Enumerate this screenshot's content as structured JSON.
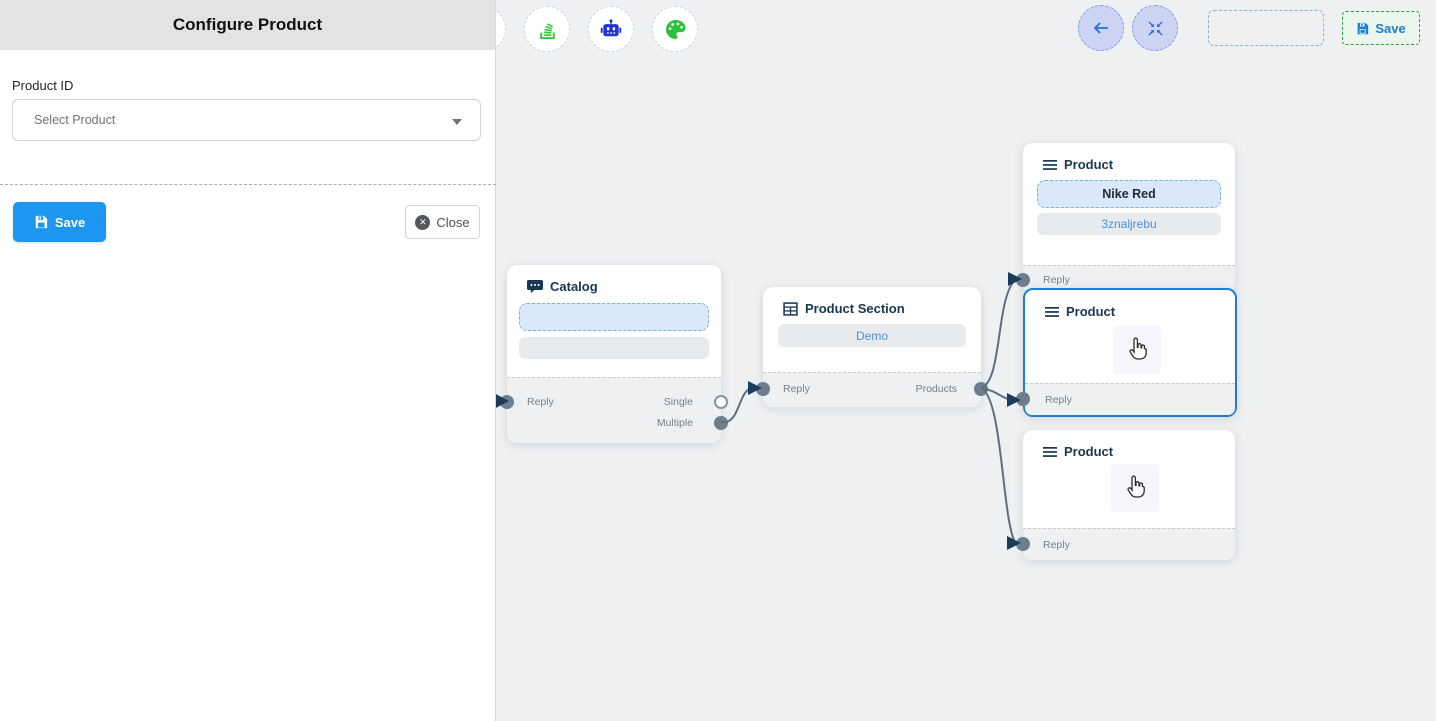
{
  "panel": {
    "title": "Configure Product",
    "field_label": "Product ID",
    "select_value": "Select Product",
    "save_label": "Save",
    "close_label": "Close"
  },
  "toolbar": {
    "icons": [
      "stack-icon",
      "robot-icon",
      "palette-icon"
    ]
  },
  "topbar": {
    "icons": [
      "arrow-left-icon",
      "compress-icon"
    ],
    "save_label": "Save"
  },
  "canvas": {
    "catalog": {
      "title": "Catalog",
      "reply_label": "Reply",
      "single_label": "Single",
      "multiple_label": "Multiple"
    },
    "product_section": {
      "title": "Product Section",
      "item_label": "Demo",
      "reply_label": "Reply",
      "products_label": "Products"
    },
    "product_top": {
      "title": "Product",
      "product_name": "Nike Red",
      "product_id": "3znaljrebu",
      "reply_label": "Reply"
    },
    "product_middle": {
      "title": "Product",
      "reply_label": "Reply"
    },
    "product_bottom": {
      "title": "Product",
      "reply_label": "Reply"
    }
  },
  "colors": {
    "primary_blue": "#1d96f2",
    "link_blue": "#4a90e2",
    "selected_node_border": "#1c7ed6",
    "save_green_border": "#2f9e44",
    "node_title_navy": "#173753",
    "edge_gray": "#5d7082",
    "arrow_navy": "#1c3c5c",
    "canvas_bg": "#eef0f2"
  }
}
